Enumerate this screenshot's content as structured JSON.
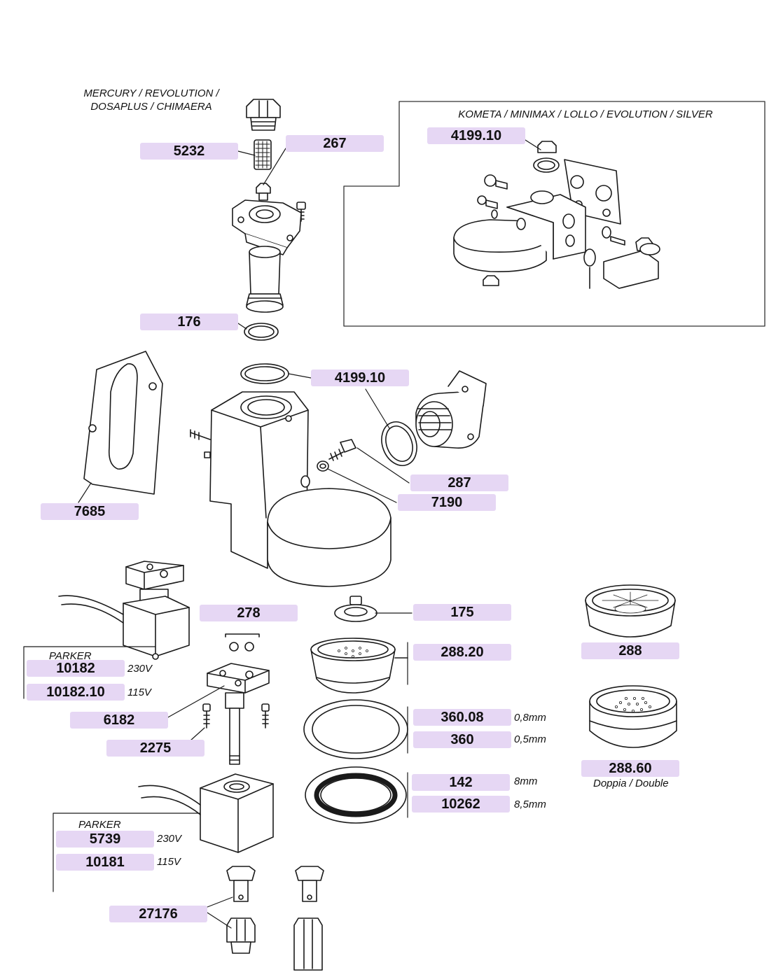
{
  "titles": {
    "top_left_line1": "MERCURY / REVOLUTION /",
    "top_left_line2": "DOSAPLUS / CHIMAERA",
    "inset": "KOMETA / MINIMAX / LOLLO / EVOLUTION / SILVER",
    "parker_1": "PARKER",
    "parker_2": "PARKER"
  },
  "part_labels": {
    "p5232": "5232",
    "p267": "267",
    "p4199_inset": "4199.10",
    "p176": "176",
    "p4199": "4199.10",
    "p287": "287",
    "p7190": "7190",
    "p7685": "7685",
    "p278": "278",
    "p175": "175",
    "p288_20": "288.20",
    "p288": "288",
    "p10182": "10182",
    "p10182_10": "10182.10",
    "p6182": "6182",
    "p2275": "2275",
    "p360_08": "360.08",
    "p360": "360",
    "p288_60": "288.60",
    "p142": "142",
    "p10262": "10262",
    "p5739": "5739",
    "p10181": "10181",
    "p27176": "27176"
  },
  "notes": {
    "v230_a": "230V",
    "v115_a": "115V",
    "mm_08": "0,8mm",
    "mm_05": "0,5mm",
    "double": "Doppia / Double",
    "mm_8": "8mm",
    "mm_85": "8,5mm",
    "v230_b": "230V",
    "v115_b": "115V"
  },
  "colors": {
    "label_fill": "#e6d7f4",
    "line": "#1a1a1a",
    "part_fill": "#ffffff"
  }
}
